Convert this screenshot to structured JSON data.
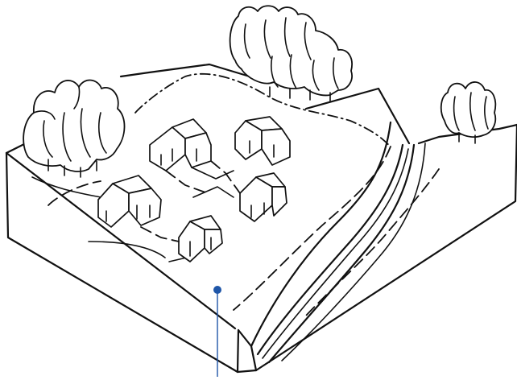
{
  "figure": {
    "marker_color": "#1f56a8",
    "ink_color": "#111111",
    "elements": [
      "terrain-block",
      "tree-clusters",
      "houses",
      "stream-valley",
      "marker-pin"
    ]
  }
}
